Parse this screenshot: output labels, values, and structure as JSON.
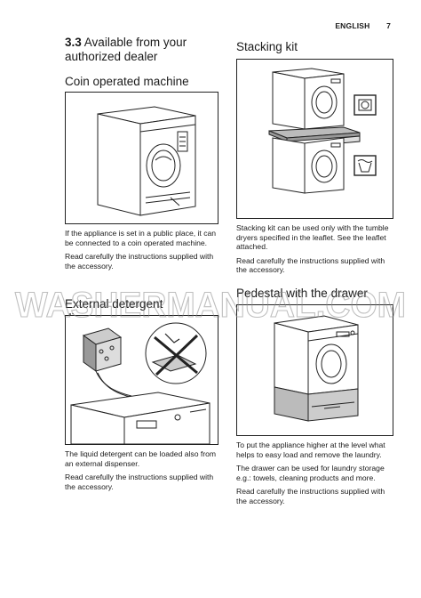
{
  "header": {
    "language": "ENGLISH",
    "page_number": "7"
  },
  "section": {
    "number": "3.3",
    "title": "Available from your authorized dealer"
  },
  "blocks": {
    "coin": {
      "title": "Coin operated machine",
      "paragraphs": [
        "If the appliance is set in a public place, it can be connected to a coin operated machine.",
        "Read carefully the instructions supplied with the accessory."
      ]
    },
    "stacking": {
      "title": "Stacking kit",
      "paragraphs": [
        "Stacking kit can be used only with the tumble dryers specified in the leaflet. See the leaflet attached.",
        "Read carefully the instructions supplied with the accessory."
      ]
    },
    "detergent": {
      "title": "External detergent dispenser",
      "paragraphs": [
        "The liquid detergent can be loaded also from an external dispenser.",
        "Read carefully the instructions supplied with the accessory."
      ]
    },
    "pedestal": {
      "title": "Pedestal with the drawer",
      "paragraphs": [
        "To put the appliance higher at the level what helps to easy load and remove the laundry.",
        "The drawer can be used for laundry storage e.g.: towels, cleaning products and more.",
        "Read carefully the instructions supplied with the accessory."
      ]
    }
  },
  "watermark": {
    "text": "WASHERMANUAL.COM"
  }
}
